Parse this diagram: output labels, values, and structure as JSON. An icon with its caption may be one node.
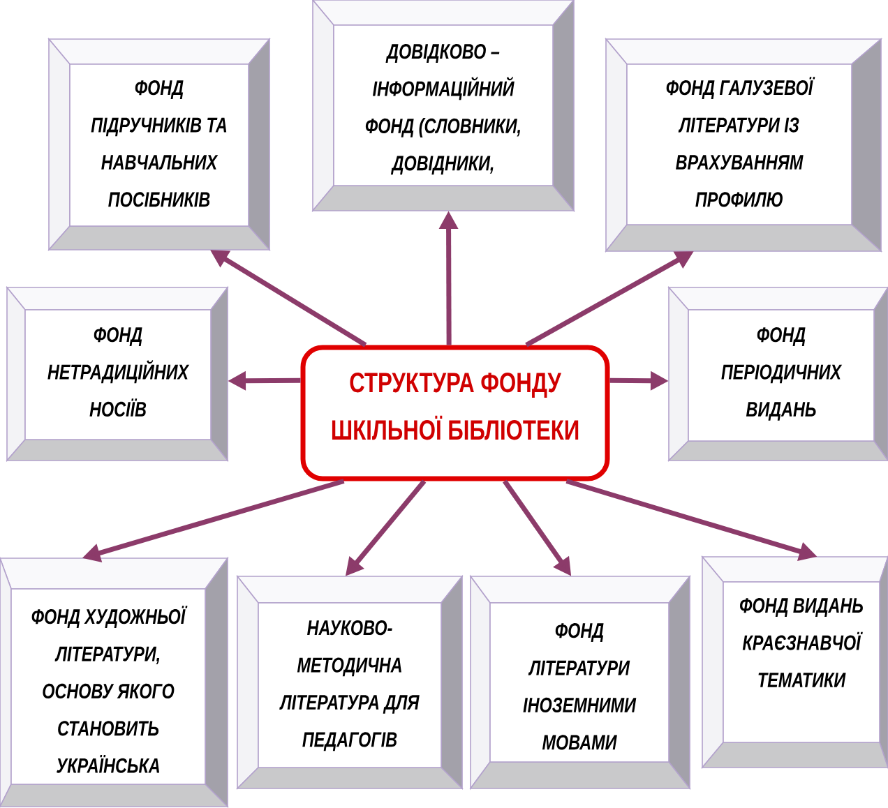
{
  "diagram": {
    "nodes": [
      {
        "text": [
          "ФОНД ПІДРУЧНИКІВ ТА НАВЧАЛЬНИХ ПОСІБНИКІВ"
        ]
      },
      {
        "text": [
          "ДОВІДКОВО – ІНФОРМАЦІЙНИЙ ФОНД (СЛОВНИКИ, ДОВІДНИКИ,"
        ]
      },
      {
        "text": [
          "ФОНД ГАЛУЗЕВОЇ ЛІТЕРАТУРИ ІЗ ВРАХУВАННЯМ ПРОФИЛЮ"
        ]
      },
      {
        "text": [
          "ФОНД НЕТРАДИЦІЙНИХ НОСІЇВ"
        ]
      },
      {
        "text": [
          "СТРУКТУРА ФОНДУ ШКІЛЬНОЇ БІБЛІОТЕКИ"
        ]
      },
      {
        "text": [
          "ФОНД ПЕРІОДИЧНИХ ВИДАНЬ"
        ]
      },
      {
        "text": [
          "ФОНД ХУДОЖНЬОЇ ЛІТЕРАТУРИ, ОСНОВУ ЯКОГО СТАНОВИТЬ УКРАЇНСЬКА"
        ]
      },
      {
        "text": [
          "НАУКОВО- МЕТОДИЧНА ЛІТЕРАТУРА ДЛЯ ПЕДАГОГІВ"
        ]
      },
      {
        "text": [
          "ФОНД ЛІТЕРАТУРИ ІНОЗЕМНИМИ МОВАМИ"
        ]
      },
      {
        "text": [
          "ФОНД ВИДАНЬ КРАЄЗНАВЧОЇ ТЕМАТИКИ"
        ]
      }
    ],
    "edges": [
      {
        "from": 4,
        "to": 0,
        "arrow": "to"
      },
      {
        "from": 4,
        "to": 1,
        "arrow": "to"
      },
      {
        "from": 4,
        "to": 2,
        "arrow": "to"
      },
      {
        "from": 4,
        "to": 3,
        "arrow": "to"
      },
      {
        "from": 4,
        "to": 5,
        "arrow": "to"
      },
      {
        "from": 4,
        "to": 6,
        "arrow": "to"
      },
      {
        "from": 4,
        "to": 7,
        "arrow": "to"
      },
      {
        "from": 4,
        "to": 8,
        "arrow": "to"
      },
      {
        "from": 4,
        "to": 9,
        "arrow": "to"
      }
    ]
  }
}
